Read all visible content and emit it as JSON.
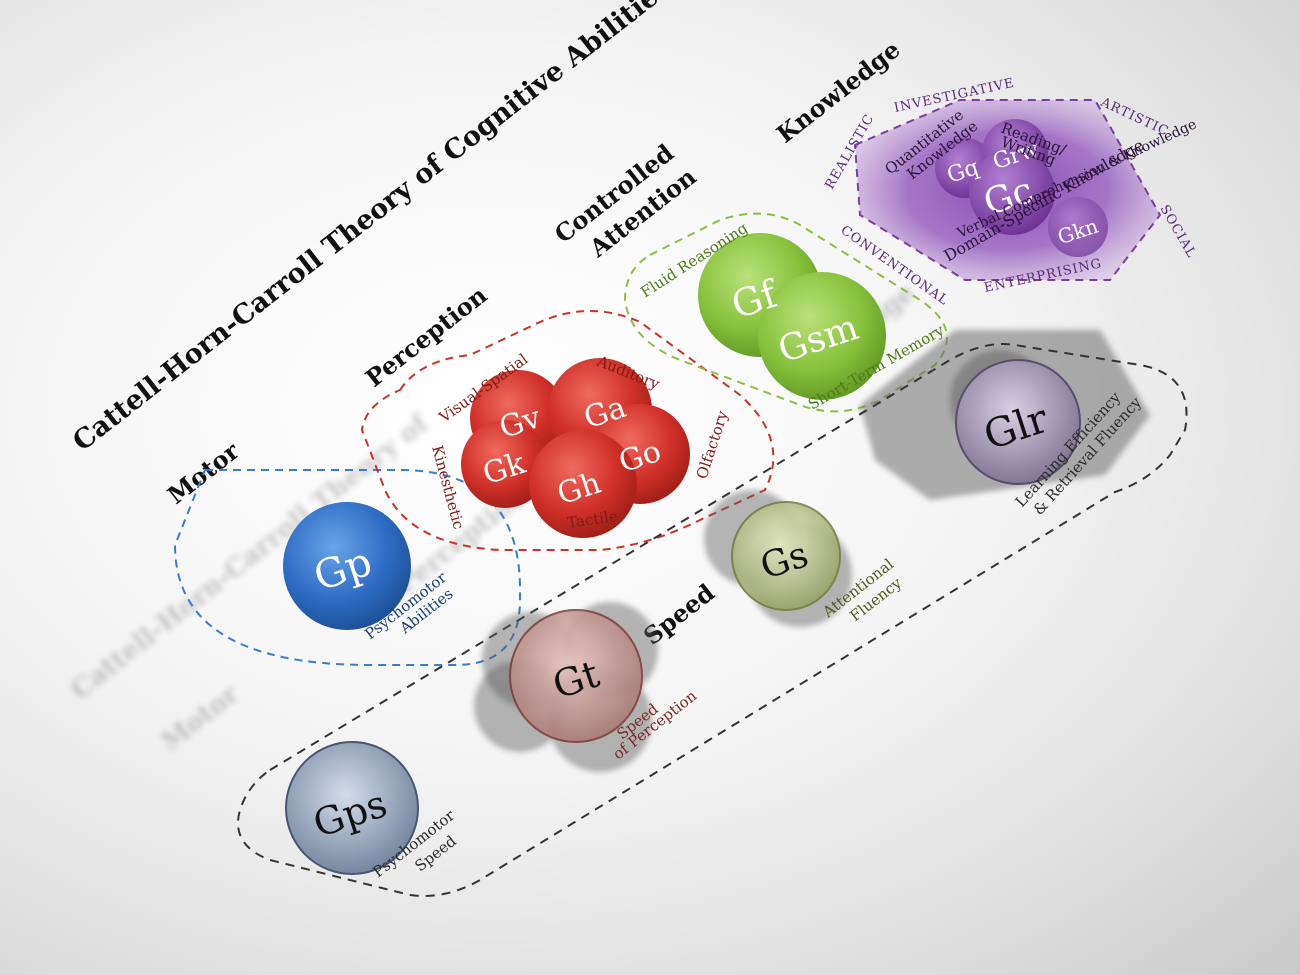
{
  "title": "Cattell-Horn-Carroll Theory of Cognitive Abilities",
  "categories": {
    "motor": "Motor",
    "perception": "Perception",
    "attention_line1": "Controlled",
    "attention_line2": "Attention",
    "knowledge": "Knowledge",
    "speed": "Speed"
  },
  "abilities": {
    "gp": "Gp",
    "gv": "Gv",
    "ga": "Ga",
    "gk": "Gk",
    "gh": "Gh",
    "go": "Go",
    "gf": "Gf",
    "gsm": "Gsm",
    "gq": "Gq",
    "grw": "Grw",
    "gc": "Gc",
    "gkn": "Gkn",
    "glr": "Glr",
    "gs": "Gs",
    "gt": "Gt",
    "gps": "Gps"
  },
  "labels": {
    "psychomotor_abilities_1": "Psychomotor",
    "psychomotor_abilities_2": "Abilities",
    "visual_spatial": "Visual-Spatial",
    "auditory": "Auditory",
    "kinesthetic": "Kinesthetic",
    "olfactory": "Olfactory",
    "tactile": "Tactile",
    "fluid_reasoning": "Fluid Reasoning",
    "short_term_memory": "Short-Term Memory",
    "quantitative_1": "Quantitative",
    "quantitative_2": "Knowledge",
    "reading_1": "Reading/",
    "reading_2": "Writing",
    "verbal_comprehension": "Verbal Comprehension & Knowledge",
    "domain_specific": "Domain-Specific Knowledge",
    "learning_1": "Learning Efficiency",
    "learning_2": "& Retrieval Fluency",
    "attentional_1": "Attentional",
    "attentional_2": "Fluency",
    "speed_perception_1": "Speed",
    "speed_perception_2": "of Perception",
    "psychomotor_speed_1": "Psychomotor",
    "psychomotor_speed_2": "Speed"
  },
  "holland_codes": {
    "investigative": "INVESTIGATIVE",
    "artistic": "ARTISTIC",
    "realistic": "REALISTIC",
    "social": "SOCIAL",
    "conventional": "CONVENTIONAL",
    "enterprising": "ENTERPRISING"
  },
  "reflections": {
    "title": "Cattell-Horn-Carroll Theory of",
    "motor": "Motor",
    "perception": "Perception",
    "knowledge": "Knowledge"
  },
  "colors": {
    "motor": "#2f6fc7",
    "perception": "#d23a33",
    "attention": "#8cc63f",
    "knowledge": "#7a3f9d",
    "speed_outline": "#333333"
  }
}
